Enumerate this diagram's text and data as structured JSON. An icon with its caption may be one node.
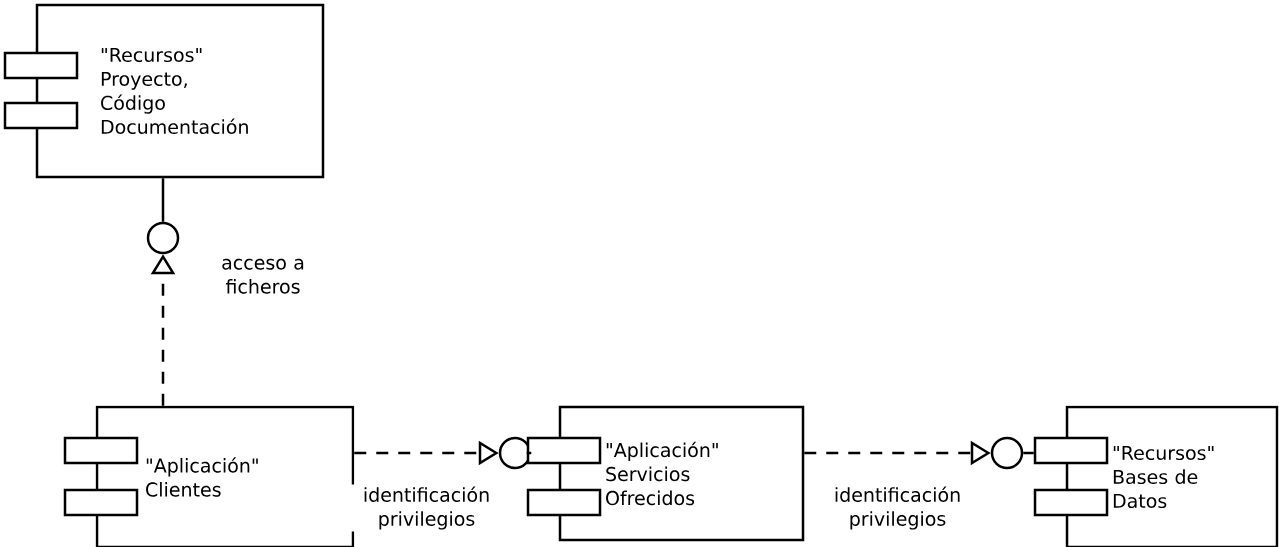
{
  "diagram": {
    "nodes": [
      {
        "text": [
          "\"Recursos\" Proyecto, Código Documentación"
        ]
      },
      {
        "text": [],
        "shape": "circle"
      },
      {
        "text": [
          "\"Aplicación\" Clientes"
        ]
      },
      {
        "text": [],
        "shape": "circle"
      },
      {
        "text": [
          "\"Aplicación\" Servicios Ofrecidos"
        ]
      },
      {
        "text": [],
        "shape": "circle"
      },
      {
        "text": [
          "\"Recursos\" Bases de Datos"
        ]
      }
    ],
    "edges": [
      {
        "from": 0,
        "to": 1,
        "arrow": "none"
      },
      {
        "from": 2,
        "to": 1,
        "arrow": "to",
        "style": "dashed",
        "label": "acceso a ficheros"
      },
      {
        "from": 2,
        "to": 3,
        "arrow": "to",
        "style": "dashed",
        "label": "identificación privilegios"
      },
      {
        "from": 3,
        "to": 4,
        "arrow": "none"
      },
      {
        "from": 4,
        "to": 5,
        "arrow": "to",
        "style": "dashed",
        "label": "identificación privilegios"
      },
      {
        "from": 5,
        "to": 6,
        "arrow": "none"
      }
    ]
  }
}
